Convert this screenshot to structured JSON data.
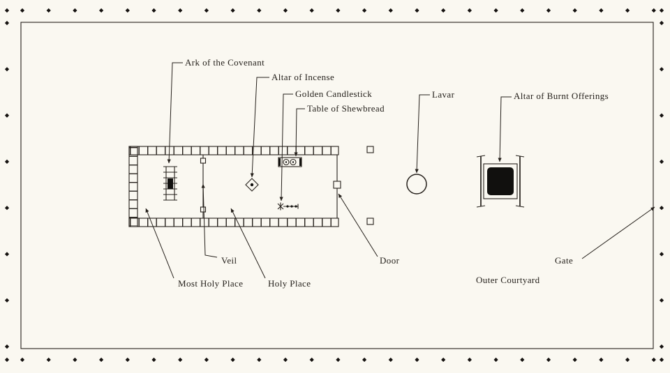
{
  "diagram": {
    "type": "tabernacle-floor-plan",
    "colors": {
      "background": "#faf8f1",
      "ink": "#241f1a"
    },
    "labels": {
      "ark": "Ark of the Covenant",
      "altar_incense": "Altar of Incense",
      "candlestick": "Golden Candlestick",
      "shewbread": "Table of Shewbread",
      "laver": "Lavar",
      "altar_burnt": "Altar of Burnt Offerings",
      "veil": "Veil",
      "most_holy_place": "Most Holy Place",
      "holy_place": "Holy Place",
      "door": "Door",
      "outer_courtyard": "Outer Courtyard",
      "gate": "Gate"
    }
  }
}
